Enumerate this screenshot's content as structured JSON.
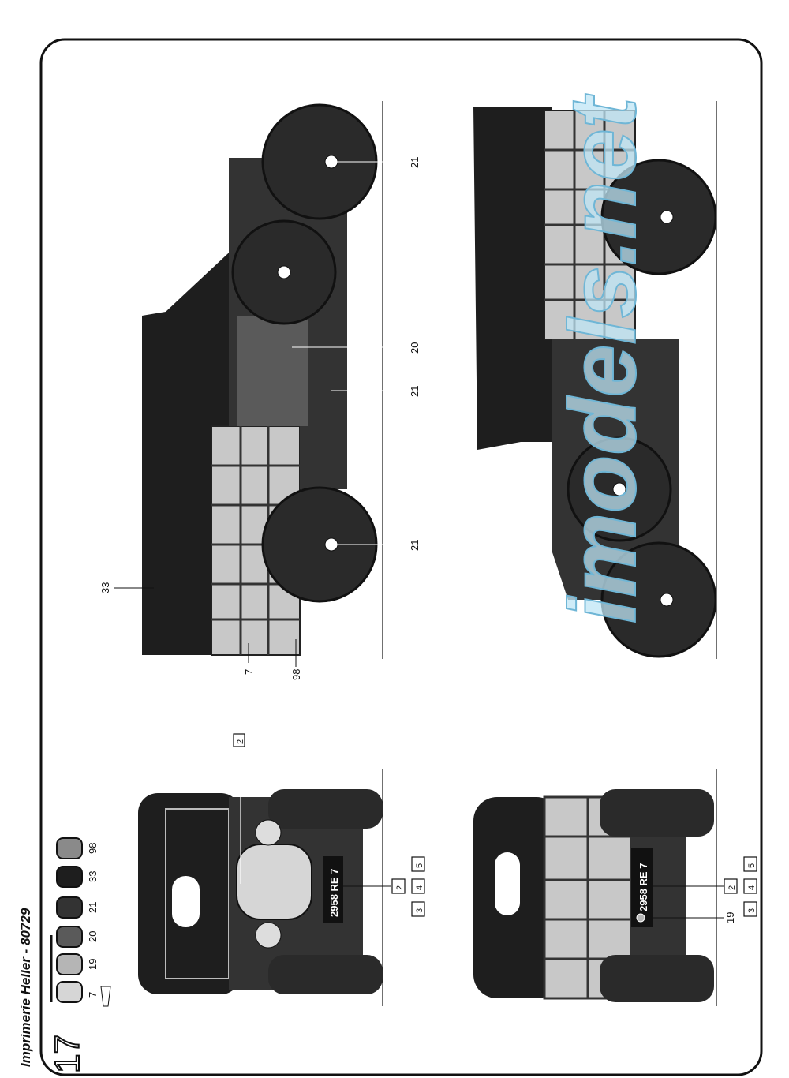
{
  "header": {
    "printer": "Imprimerie Heller - 80729",
    "step_number": "17"
  },
  "paint_legend": [
    {
      "code": "7",
      "color": "#d6d6d6"
    },
    {
      "code": "19",
      "color": "#b5b5b5"
    },
    {
      "code": "20",
      "color": "#5a5a5a"
    },
    {
      "code": "21",
      "color": "#333333"
    },
    {
      "code": "33",
      "color": "#1e1e1e"
    },
    {
      "code": "98",
      "color": "#8a8a8a"
    }
  ],
  "side_view_callouts": {
    "c1": "21",
    "c2": "20",
    "c3": "21",
    "c4": "21",
    "c5": "33",
    "c6": "7",
    "c7": "98"
  },
  "front_view": {
    "plate": "2958 RE 7",
    "decal_callout": "2",
    "decals": [
      "2",
      "3",
      "4",
      "5"
    ]
  },
  "rear_view": {
    "plate": "2958 RE 7",
    "paint_callout": "19",
    "decals": [
      "2",
      "3",
      "4",
      "5"
    ]
  },
  "watermark": "imodels.net"
}
